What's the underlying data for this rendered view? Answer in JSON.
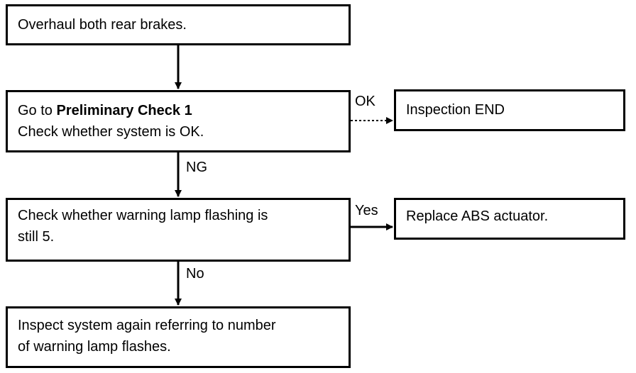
{
  "flowchart": {
    "overhaul": {
      "text": "Overhaul both rear brakes."
    },
    "precheck": {
      "prefix": "Go to ",
      "bold": "Preliminary Check 1",
      "line2": "Check whether system is OK."
    },
    "inspection_end": {
      "text": "Inspection END"
    },
    "check_flashing": {
      "line1": "Check whether warning lamp flashing is",
      "line2": "still 5."
    },
    "replace_abs": {
      "text": "Replace ABS actuator."
    },
    "inspect_again": {
      "line1": "Inspect system again referring to number",
      "line2": "of warning lamp flashes."
    },
    "labels": {
      "ok": "OK",
      "ng": "NG",
      "yes": "Yes",
      "no": "No"
    }
  }
}
